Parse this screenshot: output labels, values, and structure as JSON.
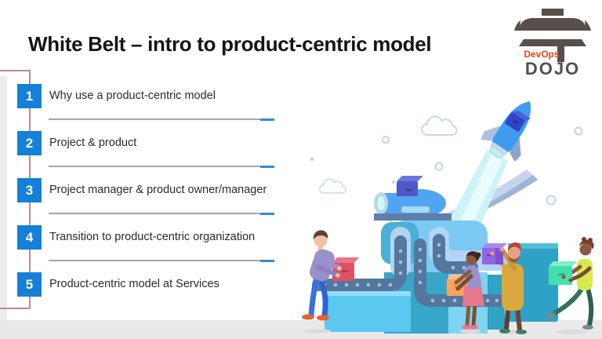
{
  "title": "White Belt – intro to product-centric model",
  "logo": {
    "icon": "torii-gate-icon",
    "line1": "DevOps",
    "line2": "DOJO",
    "orange": "#E8441F",
    "gray": "#564F4B"
  },
  "agenda": {
    "items": [
      {
        "number": "1",
        "label": "Why use a product-centric model"
      },
      {
        "number": "2",
        "label": "Project & product"
      },
      {
        "number": "3",
        "label": "Project manager & product owner/manager"
      },
      {
        "number": "4",
        "label": "Transition to product-centric organization"
      },
      {
        "number": "5",
        "label": "Product-centric model at Services"
      }
    ],
    "number_tile_color": "#1580D8",
    "rule_color": "#A6A6A6",
    "rule_accent_color": "#2E8FDB",
    "connector_color": "#B48E8E"
  },
  "illustration": {
    "name": "rocket-launch-conveyor-illustration",
    "elements": [
      "rocket",
      "exhaust-trail",
      "launch-ramp",
      "cannon-machine",
      "conveyor-belts",
      "clouds",
      "bubbles",
      "worker-pushing-red-box",
      "worker-lifting-orange-box",
      "worker-holding-purple-box",
      "worker-carrying-green-box"
    ],
    "box_colors": {
      "red": "#DE5164",
      "orange": "#F9A45B",
      "purple": "#9166E2",
      "green": "#46DFAC"
    },
    "machine_blue": "#57A9F1",
    "ground_color": "#E9E9E9"
  }
}
